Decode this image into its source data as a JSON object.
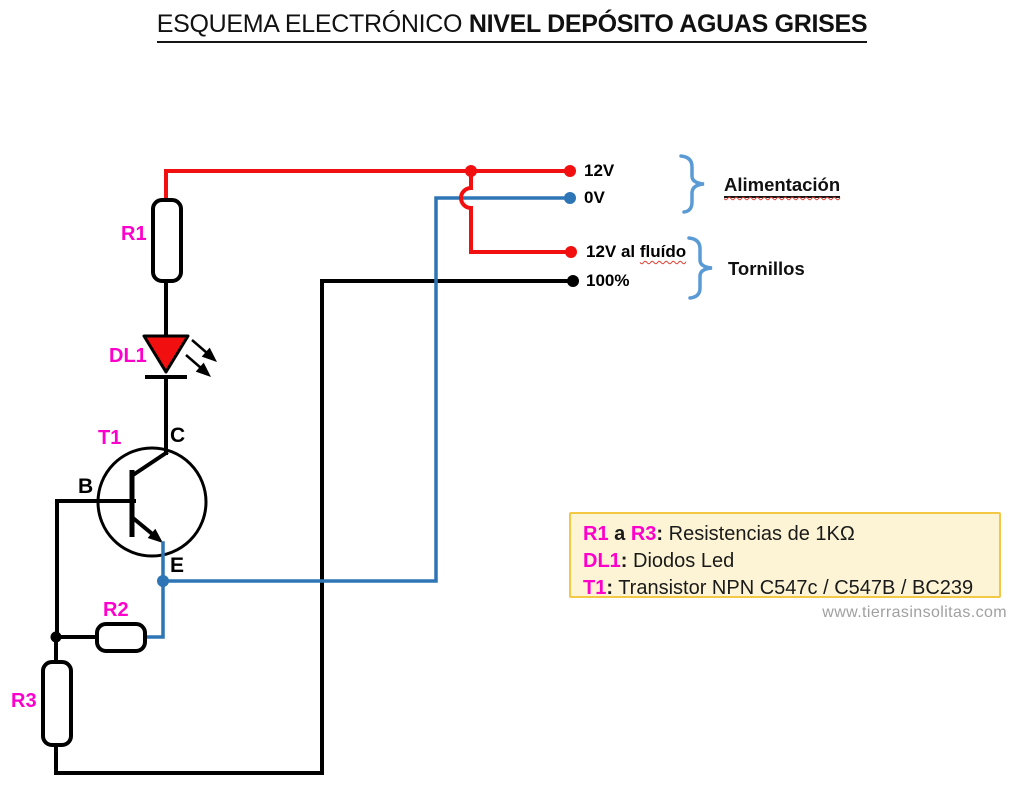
{
  "title": {
    "regular": "ESQUEMA ELECTRÓNICO ",
    "bold": "NIVEL DEPÓSITO AGUAS GRISES"
  },
  "components": {
    "r1": "R1",
    "r2": "R2",
    "r3": "R3",
    "dl1": "DL1",
    "t1": "T1",
    "pin_b": "B",
    "pin_c": "C",
    "pin_e": "E"
  },
  "terminals": {
    "v12": "12V",
    "v0": "0V",
    "fluid_prefix": "12V al ",
    "fluid_word": "fluído",
    "pct100": "100%"
  },
  "groups": {
    "alimentacion": "Alimentación",
    "tornillos": "Tornillos"
  },
  "legend": {
    "line1": {
      "k1": "R1",
      "mid": " a ",
      "k2": "R3",
      "sep": ":",
      "text": " Resistencias de 1KΩ"
    },
    "line2": {
      "k": "DL1",
      "sep": ":",
      "text": " Diodos Led"
    },
    "line3": {
      "k": "T1",
      "sep": ":",
      "text": " Transistor NPN C547c / C547B / BC239"
    }
  },
  "watermark": "www.tierrasinsolitas.com",
  "colors": {
    "wire_red": "#f10f0f",
    "wire_blue": "#2e75b6",
    "wire_black": "#000000",
    "label_magenta": "#ff00cc",
    "brace_blue": "#5b9bd5",
    "legend_bg": "#fcf4d4",
    "legend_border": "#f3c845",
    "watermark_gray": "#a0a0a0"
  }
}
